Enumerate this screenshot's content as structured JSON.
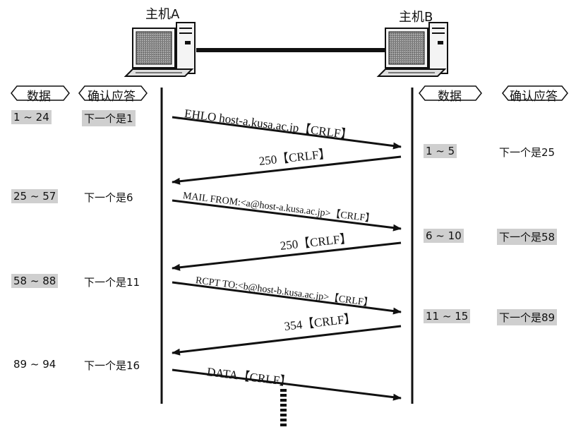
{
  "hosts": {
    "a": "主机A",
    "b": "主机B"
  },
  "headers": {
    "a_data": "数据",
    "a_ack": "确认应答",
    "b_data": "数据",
    "b_ack": "确认应答"
  },
  "host_a_rows": [
    {
      "data": "1 ~ 24",
      "ack": "下一个是1"
    },
    {
      "data": "25 ~ 57",
      "ack": "下一个是6"
    },
    {
      "data": "58 ~ 88",
      "ack": "下一个是11"
    },
    {
      "data": "89 ~ 94",
      "ack": "下一个是16"
    }
  ],
  "host_b_rows": [
    {
      "data": "1 ~ 5",
      "ack": "下一个是25"
    },
    {
      "data": "6 ~ 10",
      "ack": "下一个是58"
    },
    {
      "data": "11 ~ 15",
      "ack": "下一个是89"
    }
  ],
  "messages": [
    {
      "text": "EHLO host-a.kusa.ac.jp【CRLF】",
      "direction": "A→B"
    },
    {
      "text": "250【CRLF】",
      "direction": "B→A"
    },
    {
      "text": "MAIL FROM:<a@host-a.kusa.ac.jp>【CRLF】",
      "direction": "A→B"
    },
    {
      "text": "250【CRLF】",
      "direction": "B→A"
    },
    {
      "text": "RCPT TO:<b@host-b.kusa.ac.jp>【CRLF】",
      "direction": "A→B"
    },
    {
      "text": "354【CRLF】",
      "direction": "B→A"
    },
    {
      "text": "DATA【CRLF】",
      "direction": "A→B"
    }
  ]
}
